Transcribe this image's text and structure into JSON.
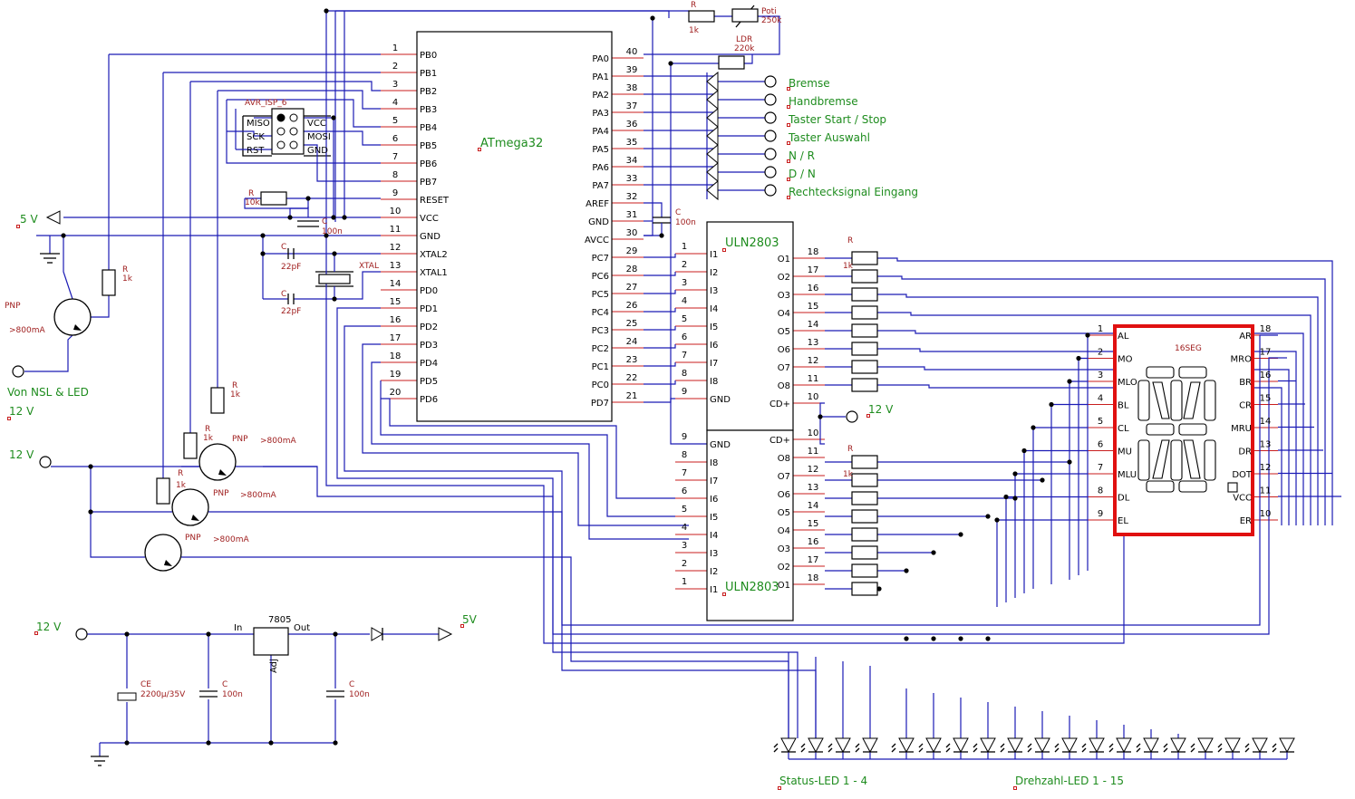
{
  "mcu": {
    "name": "ATmega32",
    "left_pins": [
      {
        "num": "1",
        "name": "PB0"
      },
      {
        "num": "2",
        "name": "PB1"
      },
      {
        "num": "3",
        "name": "PB2"
      },
      {
        "num": "4",
        "name": "PB3"
      },
      {
        "num": "5",
        "name": "PB4"
      },
      {
        "num": "6",
        "name": "PB5"
      },
      {
        "num": "7",
        "name": "PB6"
      },
      {
        "num": "8",
        "name": "PB7"
      },
      {
        "num": "9",
        "name": "RESET"
      },
      {
        "num": "10",
        "name": "VCC"
      },
      {
        "num": "11",
        "name": "GND"
      },
      {
        "num": "12",
        "name": "XTAL2"
      },
      {
        "num": "13",
        "name": "XTAL1"
      },
      {
        "num": "14",
        "name": "PD0"
      },
      {
        "num": "15",
        "name": "PD1"
      },
      {
        "num": "16",
        "name": "PD2"
      },
      {
        "num": "17",
        "name": "PD3"
      },
      {
        "num": "18",
        "name": "PD4"
      },
      {
        "num": "19",
        "name": "PD5"
      },
      {
        "num": "20",
        "name": "PD6"
      }
    ],
    "right_pins": [
      {
        "num": "40",
        "name": "PA0"
      },
      {
        "num": "39",
        "name": "PA1"
      },
      {
        "num": "38",
        "name": "PA2"
      },
      {
        "num": "37",
        "name": "PA3"
      },
      {
        "num": "36",
        "name": "PA4"
      },
      {
        "num": "35",
        "name": "PA5"
      },
      {
        "num": "34",
        "name": "PA6"
      },
      {
        "num": "33",
        "name": "PA7"
      },
      {
        "num": "32",
        "name": "AREF"
      },
      {
        "num": "31",
        "name": "GND"
      },
      {
        "num": "30",
        "name": "AVCC"
      },
      {
        "num": "29",
        "name": "PC7"
      },
      {
        "num": "28",
        "name": "PC6"
      },
      {
        "num": "27",
        "name": "PC5"
      },
      {
        "num": "26",
        "name": "PC4"
      },
      {
        "num": "25",
        "name": "PC3"
      },
      {
        "num": "24",
        "name": "PC2"
      },
      {
        "num": "23",
        "name": "PC1"
      },
      {
        "num": "22",
        "name": "PC0"
      },
      {
        "num": "21",
        "name": "PD7"
      }
    ]
  },
  "isp": {
    "name": "AVR_ISP_6",
    "pins": [
      "MISO",
      "SCK",
      "RST",
      "VCC",
      "MOSI",
      "GND"
    ]
  },
  "uln_top": {
    "name": "ULN2803",
    "inputs": [
      {
        "num": "1",
        "name": "I1"
      },
      {
        "num": "2",
        "name": "I2"
      },
      {
        "num": "3",
        "name": "I3"
      },
      {
        "num": "4",
        "name": "I4"
      },
      {
        "num": "5",
        "name": "I5"
      },
      {
        "num": "6",
        "name": "I6"
      },
      {
        "num": "7",
        "name": "I7"
      },
      {
        "num": "8",
        "name": "I8"
      },
      {
        "num": "9",
        "name": "GND"
      }
    ],
    "outputs": [
      {
        "num": "18",
        "name": "O1"
      },
      {
        "num": "17",
        "name": "O2"
      },
      {
        "num": "16",
        "name": "O3"
      },
      {
        "num": "15",
        "name": "O4"
      },
      {
        "num": "14",
        "name": "O5"
      },
      {
        "num": "13",
        "name": "O6"
      },
      {
        "num": "12",
        "name": "O7"
      },
      {
        "num": "11",
        "name": "O8"
      },
      {
        "num": "10",
        "name": "CD+"
      }
    ]
  },
  "uln_bottom": {
    "name": "ULN2803",
    "inputs": [
      {
        "num": "9",
        "name": "GND"
      },
      {
        "num": "8",
        "name": "I8"
      },
      {
        "num": "7",
        "name": "I7"
      },
      {
        "num": "6",
        "name": "I6"
      },
      {
        "num": "5",
        "name": "I5"
      },
      {
        "num": "4",
        "name": "I4"
      },
      {
        "num": "3",
        "name": "I3"
      },
      {
        "num": "2",
        "name": "I2"
      },
      {
        "num": "1",
        "name": "I1"
      }
    ],
    "outputs": [
      {
        "num": "10",
        "name": "CD+"
      },
      {
        "num": "11",
        "name": "O8"
      },
      {
        "num": "12",
        "name": "O7"
      },
      {
        "num": "13",
        "name": "O6"
      },
      {
        "num": "14",
        "name": "O5"
      },
      {
        "num": "15",
        "name": "O4"
      },
      {
        "num": "16",
        "name": "O3"
      },
      {
        "num": "17",
        "name": "O2"
      },
      {
        "num": "18",
        "name": "O1"
      }
    ]
  },
  "seg16": {
    "name": "16SEG",
    "left_pins": [
      {
        "num": "1",
        "name": "AL"
      },
      {
        "num": "2",
        "name": "MO"
      },
      {
        "num": "3",
        "name": "MLO"
      },
      {
        "num": "4",
        "name": "BL"
      },
      {
        "num": "5",
        "name": "CL"
      },
      {
        "num": "6",
        "name": "MU"
      },
      {
        "num": "7",
        "name": "MLU"
      },
      {
        "num": "8",
        "name": "DL"
      },
      {
        "num": "9",
        "name": "EL"
      }
    ],
    "right_pins": [
      {
        "num": "18",
        "name": "AR"
      },
      {
        "num": "17",
        "name": "MRO"
      },
      {
        "num": "16",
        "name": "BR"
      },
      {
        "num": "15",
        "name": "CR"
      },
      {
        "num": "14",
        "name": "MRU"
      },
      {
        "num": "13",
        "name": "DR"
      },
      {
        "num": "12",
        "name": "DOT"
      },
      {
        "num": "11",
        "name": "VCC"
      },
      {
        "num": "10",
        "name": "ER"
      }
    ],
    "frame_color": "#e01010"
  },
  "inputs": [
    "Bremse",
    "Handbremse",
    "Taster Start / Stop",
    "Taster Auswahl",
    "N / R",
    "D / N",
    "Rechtecksignal Eingang"
  ],
  "power_labels": {
    "v5": "5 V",
    "v12_led": "12 V",
    "v12_in": "12 V",
    "v12_uln": "12 V",
    "v12_reg": "12 V",
    "v5_out": "5V",
    "nsl": "Von NSL & LED"
  },
  "components": {
    "r_poti": "R",
    "r_poti_val": "1k",
    "poti": "Poti",
    "poti_val": "250k",
    "ldr": "LDR",
    "ldr_val": "220k",
    "r_reset": "R",
    "r_reset_val": "10k",
    "c_vcc": "C",
    "c_vcc_val": "100n",
    "c_x1": "C",
    "c_x1_val": "22pF",
    "c_x2": "C",
    "c_x2_val": "22pF",
    "xtal": "XTAL",
    "c_avcc": "C",
    "c_avcc_val": "100n",
    "r_top": "R",
    "r_top_val": "1k",
    "r_bot": "R",
    "r_bot_val": "1k",
    "r_q1": "R",
    "r_q1_val": "1k",
    "q1": "PNP",
    "q1_val": ">800mA",
    "r_q2": "R",
    "r_q2_val": "1k",
    "q2": "PNP",
    "q2_val": ">800mA",
    "r_q3": "R",
    "r_q3_val": "1k",
    "q3": "PNP",
    "q3_val": ">800mA",
    "r_q4": "R",
    "r_q4_val": "1k",
    "q4": "PNP",
    "q4_val": ">800mA",
    "reg": "7805",
    "reg_in": "In",
    "reg_out": "Out",
    "reg_adj": "Adj",
    "ce": "CE",
    "ce_val": "2200µ/35V",
    "c_r1": "C",
    "c_r1_val": "100n",
    "c_r2": "C",
    "c_r2_val": "100n"
  },
  "led_groups": {
    "status": "Status-LED 1 - 4",
    "rpm": "Drehzahl-LED 1 - 15"
  }
}
